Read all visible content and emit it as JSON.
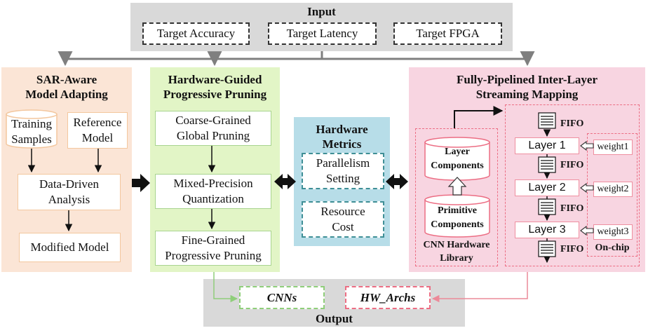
{
  "input": {
    "title": "Input",
    "items": [
      "Target Accuracy",
      "Target Latency",
      "Target FPGA"
    ]
  },
  "sar": {
    "title": "SAR-Aware\nModel Adapting",
    "training": "Training\nSamples",
    "reference": "Reference\nModel",
    "analysis": "Data-Driven\nAnalysis",
    "modified": "Modified Model"
  },
  "pruning": {
    "title": "Hardware-Guided\nProgressive Pruning",
    "coarse": "Coarse-Grained\nGlobal Pruning",
    "mixed": "Mixed-Precision\nQuantization",
    "fine": "Fine-Grained\nProgressive Pruning"
  },
  "metrics": {
    "title": "Hardware\nMetrics",
    "parallelism": "Parallelism\nSetting",
    "resource": "Resource\nCost"
  },
  "mapping": {
    "title": "Fully-Pipelined Inter-Layer\nStreaming Mapping",
    "layer_components": "Layer\nComponents",
    "primitive_components": "Primitive\nComponents",
    "library": "CNN Hardware\nLibrary",
    "fifo": "FIFO",
    "layers": [
      "Layer 1",
      "Layer 2",
      "Layer 3"
    ],
    "weights": [
      "weight1",
      "weight2",
      "weight3"
    ],
    "onchip": "On-chip"
  },
  "output": {
    "title": "Output",
    "cnns": "CNNs",
    "hw_archs": "HW_Archs"
  }
}
